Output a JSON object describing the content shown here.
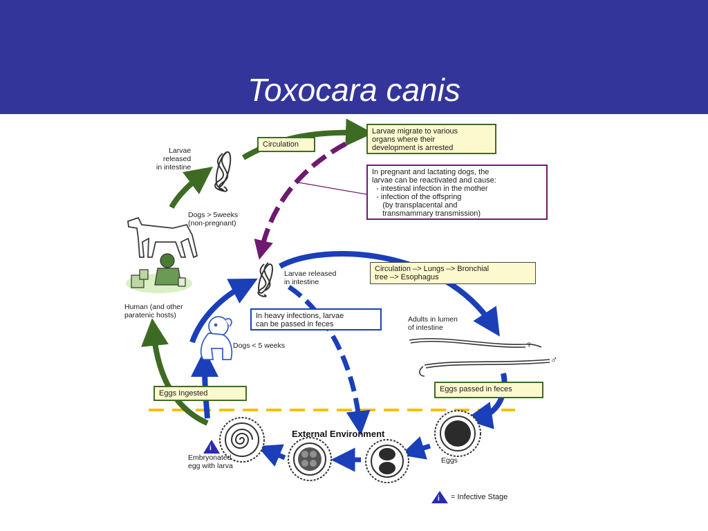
{
  "slide": {
    "title": "Toxocara canis"
  },
  "diagram": {
    "labels": {
      "larvae_released_top": "Larvae\nreleased\nin intestine",
      "dogs_over_5": "Dogs > 5weeks\n(non-pregnant)",
      "human": "Human (and other\nparatenic hosts)",
      "larvae_released_mid": "Larvae released\nin intestine",
      "dogs_under_5": "Dogs < 5 weeks",
      "adults_lumen": "Adults in lumen\nof intestine",
      "female_symbol": "♀",
      "male_symbol": "♂",
      "external_environment": "External Environment",
      "eggs": "Eggs",
      "embryonated_egg": "Embryonated\negg with larva",
      "infective_icon_letter": "i",
      "infective_stage": "= Infective Stage"
    },
    "boxes": {
      "circulation": "Circulation",
      "larvae_migrate": "Larvae migrate to various\norgans where their\ndevelopment is arrested",
      "pregnant": "In pregnant and lactating dogs, the\nlarvae can be reactivated and cause:\n  - intestinal infection in the mother\n  - infection of the offspring\n     (by transplacental and\n     transmammary transmission)",
      "circulation_lungs": "Circulation –> Lungs –> Bronchial\ntree –> Esophagus",
      "heavy_infections": "In heavy infections, larvae\ncan be passed in feces",
      "eggs_ingested": "Eggs Ingested",
      "eggs_passed": "Eggs passed in feces"
    },
    "colors": {
      "banner": "#34359a",
      "green_arrow": "#3d6b23",
      "purple_arrow": "#6e1a6e",
      "blue_arrow": "#1a3fb8",
      "dashed_line": "#f2c200",
      "box_fill": "#fdf9cf"
    }
  }
}
